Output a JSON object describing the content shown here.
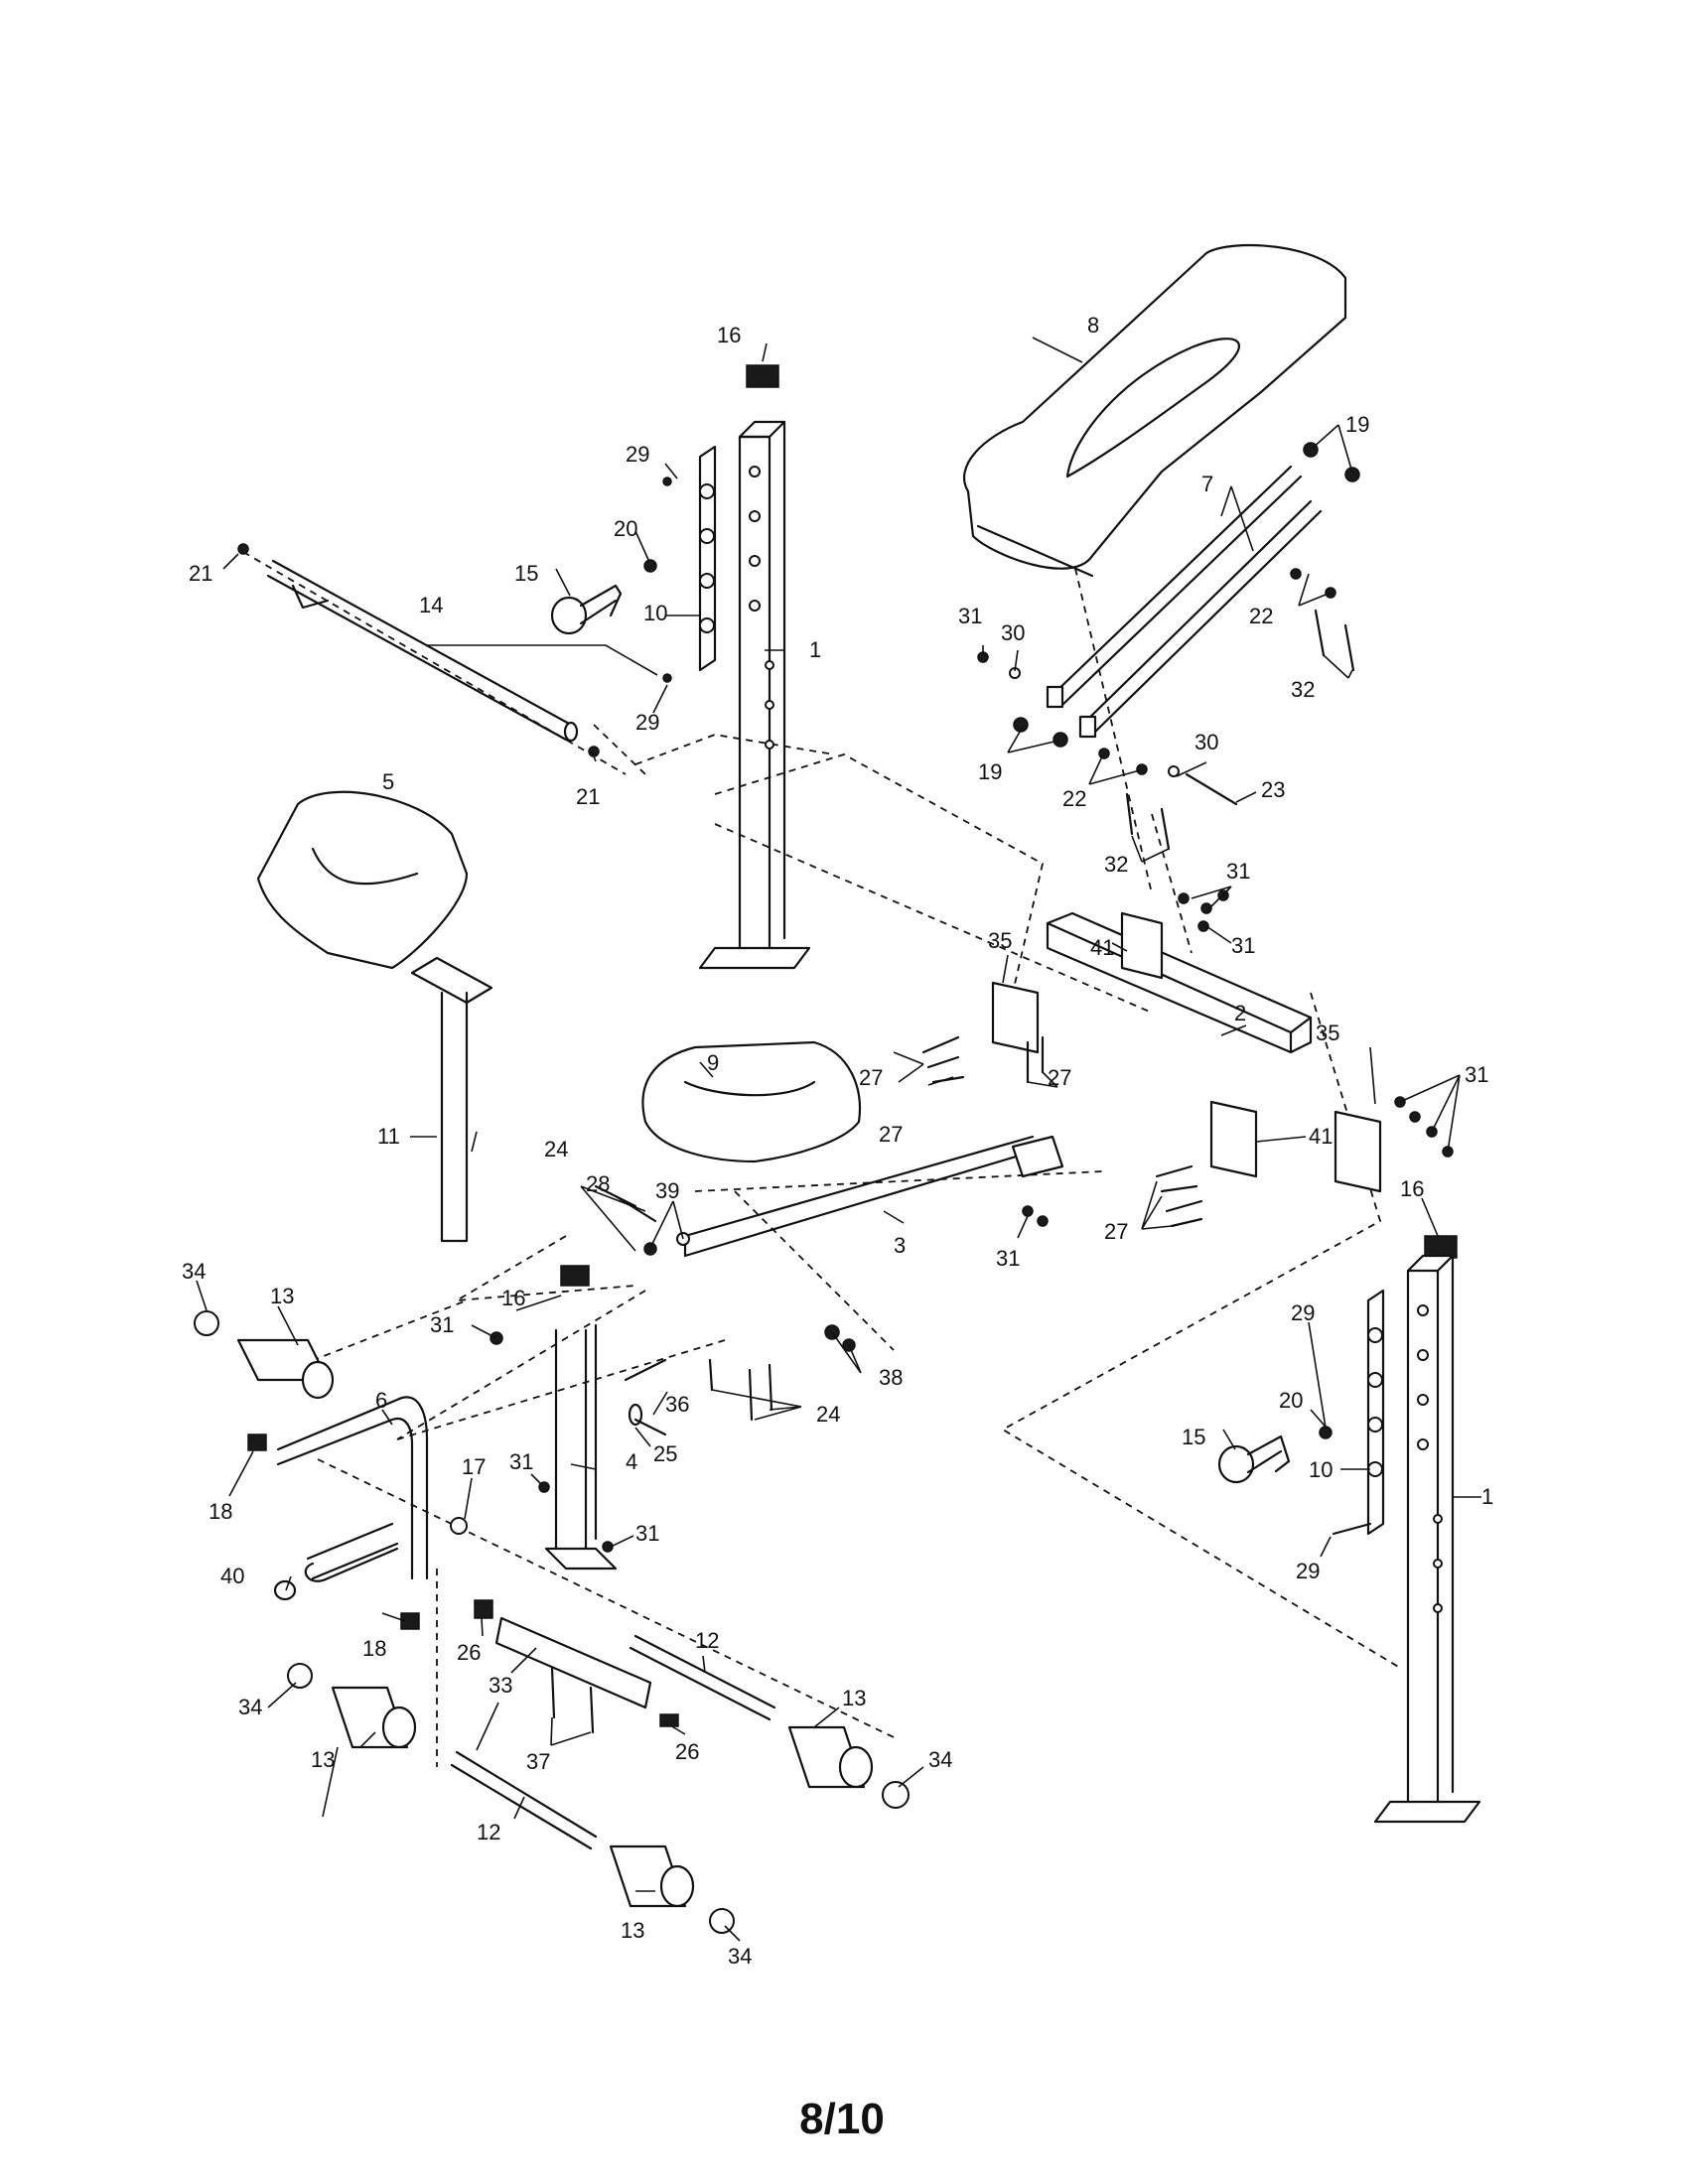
{
  "page": {
    "page_number": "8/10"
  },
  "diagram": {
    "type": "exploded-parts-view",
    "callouts": {
      "c1": "1",
      "c2": "2",
      "c3": "3",
      "c4": "4",
      "c5": "5",
      "c6": "6",
      "c7": "7",
      "c8": "8",
      "c9": "9",
      "c10": "10",
      "c11": "11",
      "c12": "12",
      "c13": "13",
      "c14": "14",
      "c15": "15",
      "c16": "16",
      "c17": "17",
      "c18": "18",
      "c19": "19",
      "c20": "20",
      "c21": "21",
      "c22": "22",
      "c23": "23",
      "c24": "24",
      "c25": "25",
      "c26": "26",
      "c27": "27",
      "c28": "28",
      "c29": "29",
      "c30": "30",
      "c31": "31",
      "c32": "32",
      "c33": "33",
      "c34": "34",
      "c35": "35",
      "c36": "36",
      "c37": "37",
      "c38": "38",
      "c39": "39",
      "c40": "40",
      "c41": "41"
    }
  }
}
